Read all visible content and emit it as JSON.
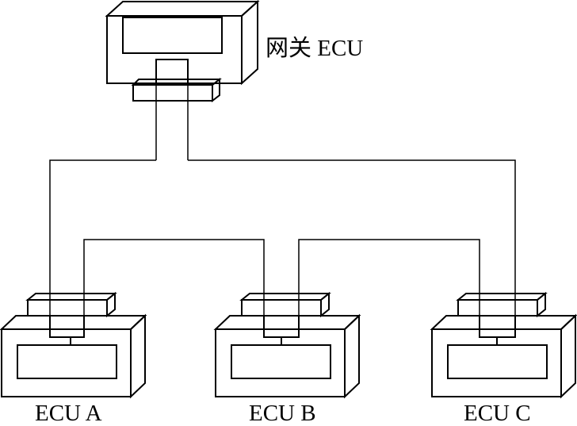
{
  "gateway": {
    "label": "网关 ECU"
  },
  "nodes": [
    {
      "label": "ECU A"
    },
    {
      "label": "ECU B"
    },
    {
      "label": "ECU C"
    }
  ],
  "colors": {
    "stroke": "#000000",
    "background": "#ffffff"
  }
}
